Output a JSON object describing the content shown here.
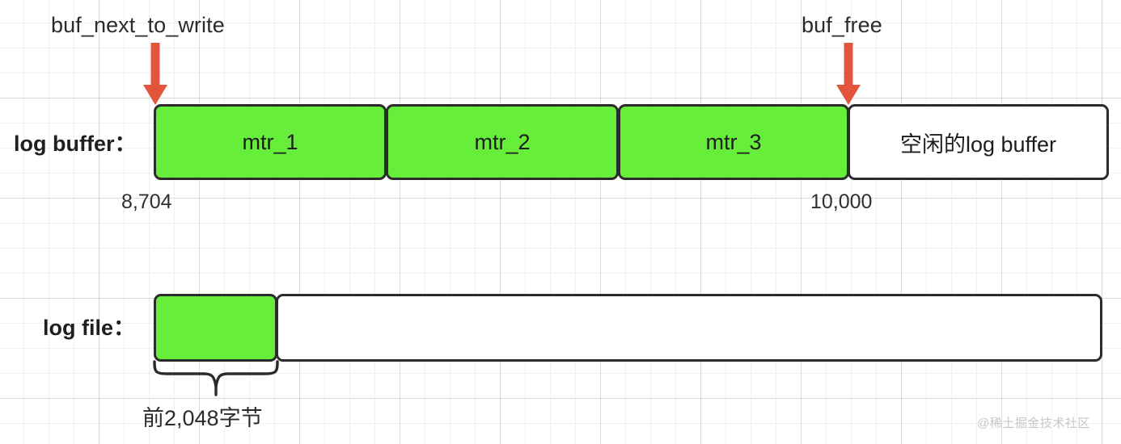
{
  "diagram": {
    "title": "InnoDB log buffer and log file layout",
    "colors": {
      "green_fill": "#66ee3a",
      "box_stroke": "#2b2b2b",
      "arrow": "#e2553c",
      "grid": "#e9e9e9",
      "text": "#2b2b2b",
      "watermark": "#c3c6cb"
    },
    "pointers": [
      {
        "name": "buf_next_to_write",
        "label": "buf_next_to_write"
      },
      {
        "name": "buf_free",
        "label": "buf_free"
      }
    ],
    "rows": [
      {
        "name": "log-buffer",
        "label": "log buffer：",
        "segments": [
          {
            "label": "mtr_1",
            "filled": true
          },
          {
            "label": "mtr_2",
            "filled": true
          },
          {
            "label": "mtr_3",
            "filled": true
          },
          {
            "label": "空闲的log buffer",
            "filled": false
          }
        ],
        "offsets": [
          {
            "value": "8,704"
          },
          {
            "value": "10,000"
          }
        ]
      },
      {
        "name": "log-file",
        "label": "log file：",
        "segments": [
          {
            "label": "",
            "filled": true
          },
          {
            "label": "",
            "filled": false
          }
        ],
        "brace_caption": "前2,048字节"
      }
    ],
    "watermark": "@稀土掘金技术社区"
  }
}
